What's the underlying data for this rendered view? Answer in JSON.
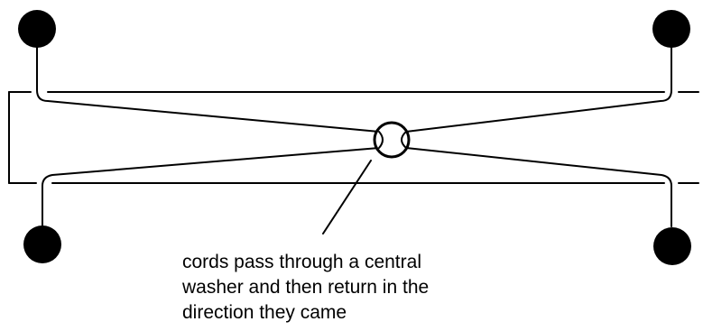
{
  "diagram": {
    "caption_lines": [
      "cords pass through a central",
      "washer and then return in the",
      "direction they came"
    ],
    "colors": {
      "stroke": "#000000",
      "background": "#ffffff"
    },
    "parts": [
      "frame-rectangle",
      "weight-ball",
      "cord",
      "central-washer",
      "pointer-line"
    ]
  }
}
